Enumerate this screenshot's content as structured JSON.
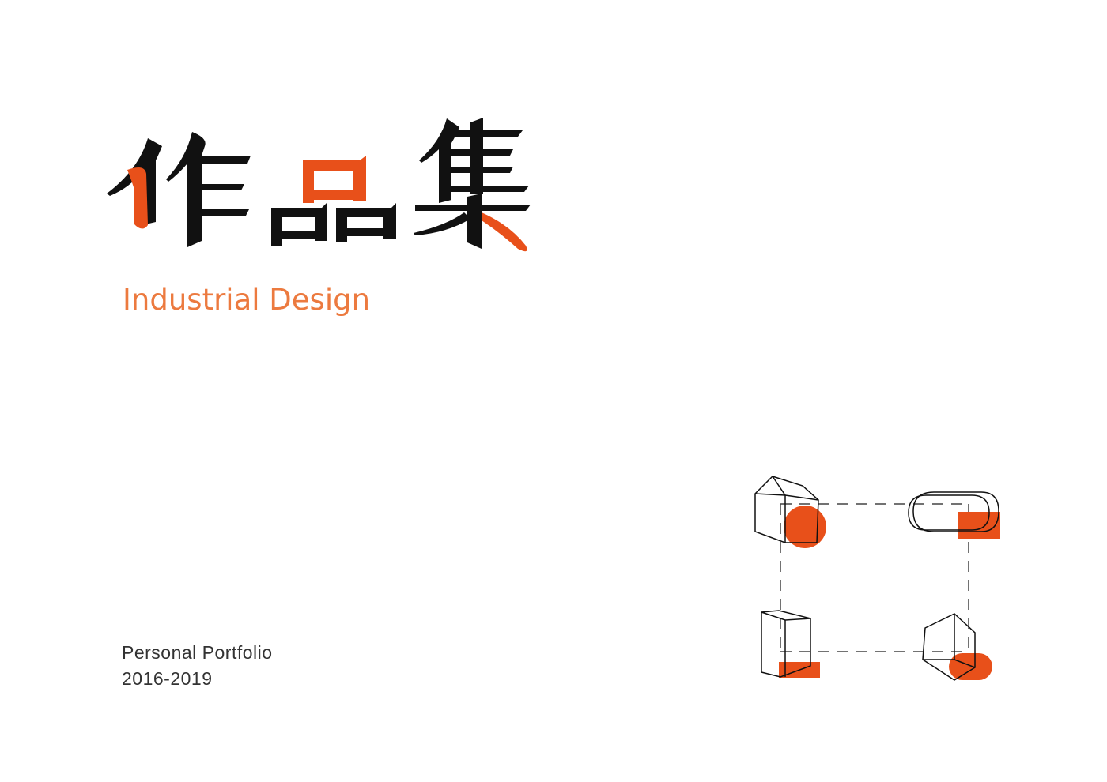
{
  "cover": {
    "title_cn": {
      "char1": "作",
      "char2": "品",
      "char3": "集"
    },
    "subtitle": "Industrial Design",
    "footer": {
      "line1": "Personal  Portfolio",
      "line2": "2016-2019"
    }
  },
  "colors": {
    "accent": "#e8501a",
    "subtitle": "#ec7a3f",
    "ink": "#111111",
    "text": "#333333",
    "line": "#444444"
  },
  "icons": {
    "shape_1": "house-prism-icon",
    "shape_2": "capsule-icon",
    "shape_3": "rectangular-prism-icon",
    "shape_4": "hexagonal-box-icon"
  }
}
